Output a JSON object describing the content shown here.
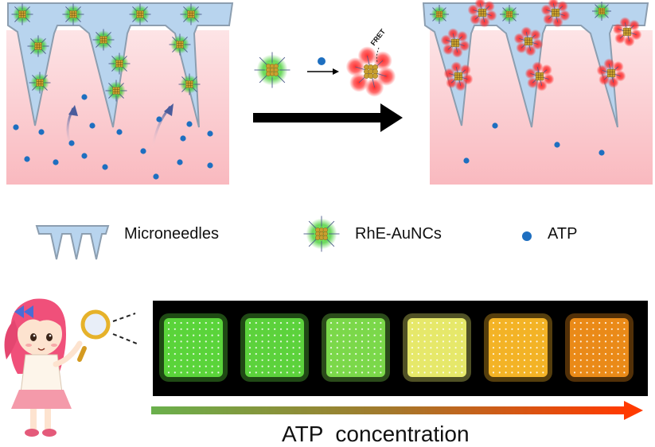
{
  "legend": {
    "microneedles_label": "Microneedles",
    "nanocluster_label": "RhE-AuNCs",
    "atp_label": "ATP"
  },
  "reaction": {
    "fret_label": "FRET"
  },
  "gradient_bar": {
    "label": "ATP  concentration"
  },
  "colors": {
    "needle_fill": "#b8d4ee",
    "needle_stroke": "#8c9eb0",
    "skin_pink": "#fbc8cc",
    "atp_blue": "#1e6fc0",
    "green_glow": "#5fd94a",
    "red_glow": "#ff2020",
    "gold_core": "#c8a030",
    "arrow_black": "#000000",
    "gradient_start": "#6ab04c",
    "gradient_end": "#ff3a00"
  },
  "samples": {
    "count": 6,
    "emission_colors": [
      "#5ad43a",
      "#5cd23c",
      "#7bd84a",
      "#e6e86a",
      "#f3b326",
      "#ea8a18"
    ]
  }
}
